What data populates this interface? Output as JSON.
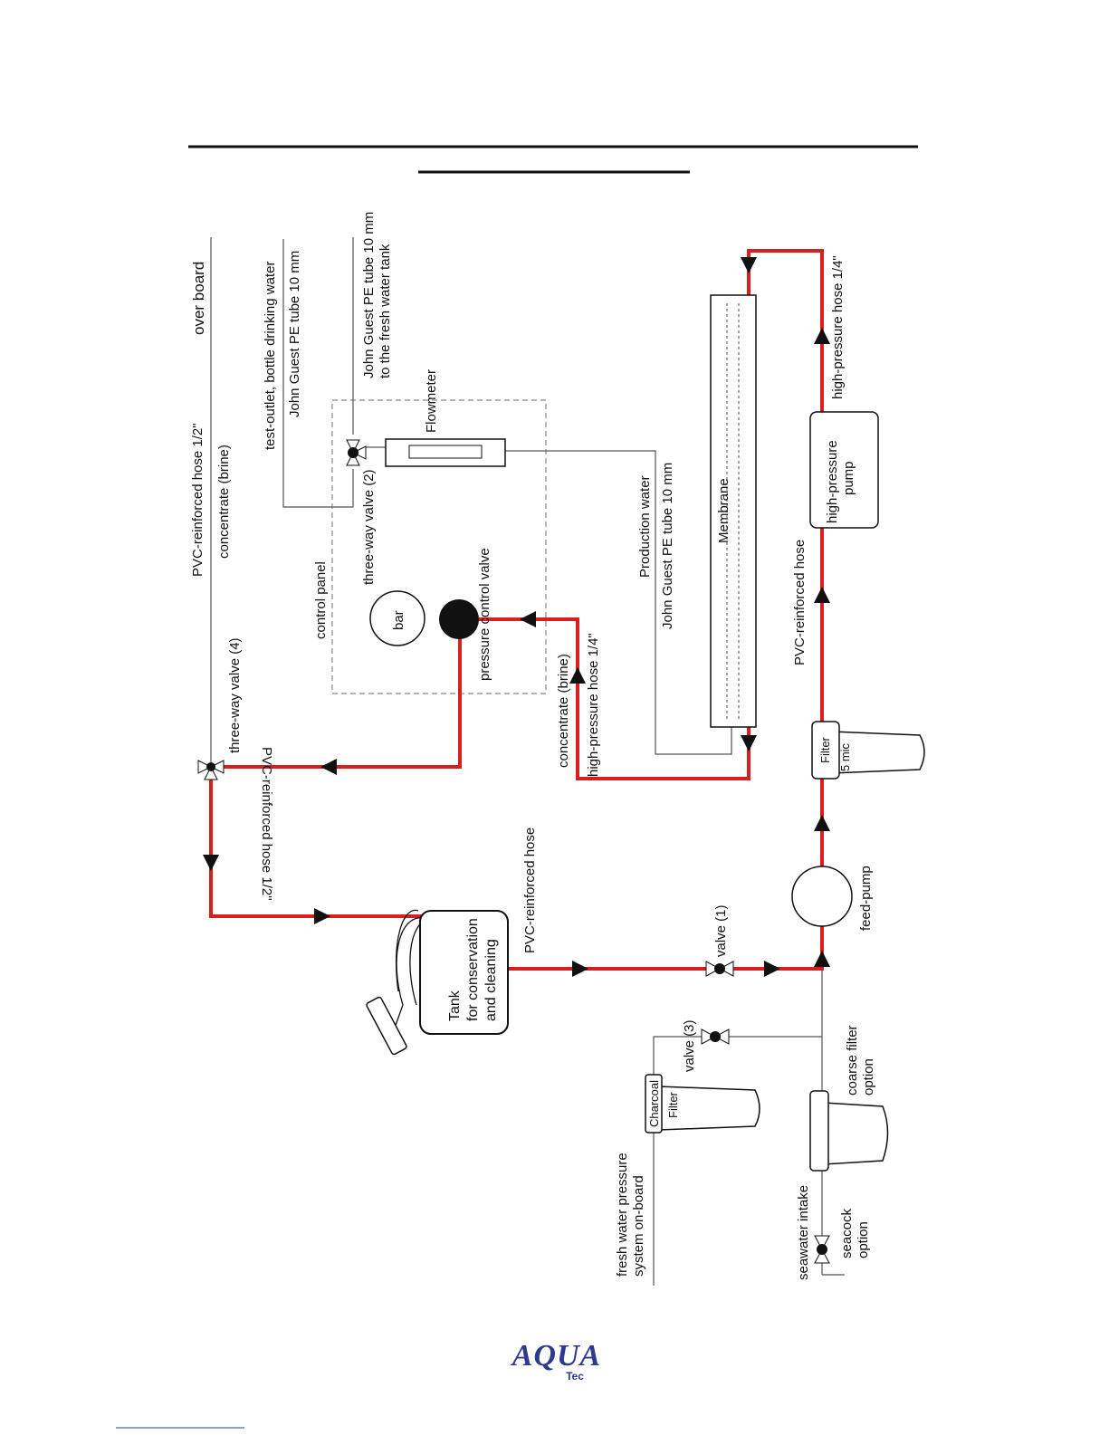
{
  "labels": {
    "over_board": "over board",
    "pvc_hose_half": "PVC-reinforced hose 1/2\"",
    "concentrate_brine": "concentrate (brine)",
    "test_outlet": "test-outlet,  bottle drinking water",
    "jg_tube_10mm": "John Guest PE tube 10 mm",
    "jg_tube_tank_1": "John Guest PE tube 10 mm",
    "jg_tube_tank_2": "to the fresh water tank",
    "flowmeter": "Flowmeter",
    "three_way_valve_2": "three-way valve (2)",
    "control_panel": "control panel",
    "bar": "bar",
    "pressure_control_valve": "pressure control valve",
    "production_water": "Production water",
    "jg_tube_prod": "John Guest PE tube 10 mm",
    "membrane": "Membrane",
    "concentrate_brine_2": "concentrate (brine)",
    "hp_hose_quarter_1": "high-pressure hose 1/4\"",
    "hp_hose_quarter_2": "high-pressure hose 1/4\"",
    "high_pressure_pump_1": "high-pressure",
    "high_pressure_pump_2": "pump",
    "pvc_hose_right": "PVC-reinforced hose",
    "three_way_valve_4": "three-way valve (4)",
    "pvc_hose_half_2": "PVC-reinforced hose 1/2\"",
    "filter_5mic_1": "Filter",
    "filter_5mic_2": "5 mic",
    "pvc_hose_tank": "PVC-reinforced hose",
    "feed_pump": "feed-pump",
    "valve_1": "valve (1)",
    "tank_1": "Tank",
    "tank_2": "for conservation",
    "tank_3": "and cleaning",
    "valve_3": "valve (3)",
    "charcoal": "Charcoal",
    "charcoal_filter": "Filter",
    "coarse_filter_1": "coarse filter",
    "coarse_filter_2": "option",
    "fresh_water_1": "fresh water pressure",
    "fresh_water_2": "system on-board",
    "seawater_intake": "seawater intake",
    "seacock_1": "seacock",
    "seacock_2": "option"
  },
  "logo": {
    "main": "AQUA",
    "sub": "Tec"
  },
  "colors": {
    "hose": "#d81f1f",
    "logo": "#2d3b8f"
  }
}
